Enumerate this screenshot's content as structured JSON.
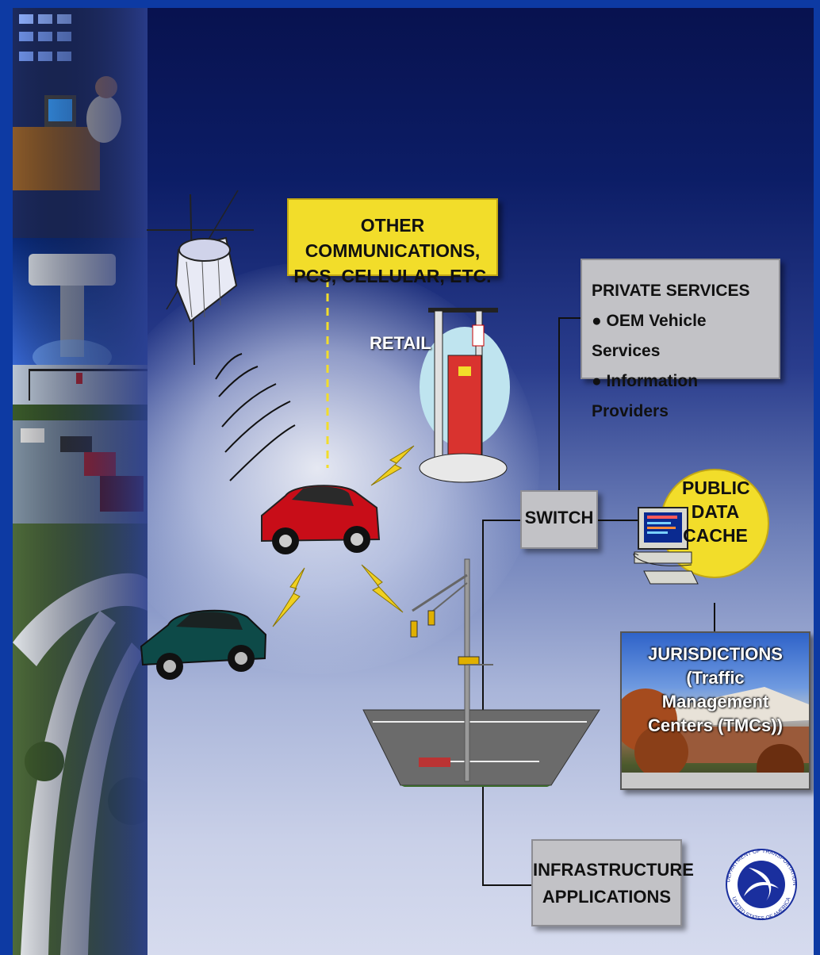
{
  "colors": {
    "frame": "#0d3aa3",
    "yellow": "#f2dd2a",
    "gray_box": "#c2c2c6",
    "bolt": "#f0d020"
  },
  "other_comms": {
    "line1": "OTHER COMMUNICATIONS,",
    "line2": "PCS, CELLULAR, ETC."
  },
  "retail": {
    "label": "RETAIL"
  },
  "private_services": {
    "title": "PRIVATE SERVICES",
    "items": [
      "OEM Vehicle Services",
      "Information Providers"
    ]
  },
  "switch": {
    "label": "SWITCH"
  },
  "public_data_cache": {
    "line1": "PUBLIC",
    "line2": "DATA",
    "line3": "CACHE"
  },
  "jurisdictions": {
    "line1": "JURISDICTIONS",
    "line2": "(Traffic",
    "line3": "Management",
    "line4": "Centers (TMCs))"
  },
  "infrastructure": {
    "line1": "INFRASTRUCTURE",
    "line2": "APPLICATIONS"
  },
  "dot_seal": {
    "ring_top": "DEPARTMENT OF TRANSPORTATION",
    "ring_bottom": "UNITED STATES OF AMERICA"
  },
  "icons": [
    "satellite-icon",
    "gas-pump-icon",
    "red-car-icon",
    "green-car-icon",
    "traffic-signal-icon",
    "computer-icon",
    "lightning-bolt-icon",
    "dot-seal-icon"
  ]
}
